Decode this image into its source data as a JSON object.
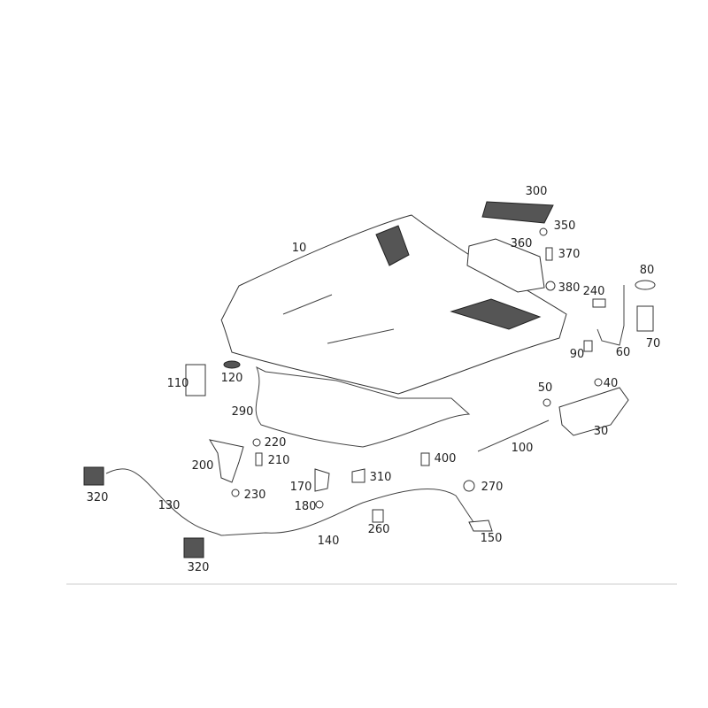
{
  "labels": [
    "10",
    "300",
    "350",
    "360",
    "370",
    "380",
    "240",
    "80",
    "70",
    "60",
    "90",
    "50",
    "40",
    "30",
    "100",
    "400",
    "110",
    "120",
    "290",
    "220",
    "210",
    "200",
    "230",
    "170",
    "310",
    "180",
    "270",
    "260",
    "150",
    "140",
    "130",
    "320",
    "320"
  ],
  "colors": {
    "line": "#333333",
    "divider": "#cccccc"
  }
}
